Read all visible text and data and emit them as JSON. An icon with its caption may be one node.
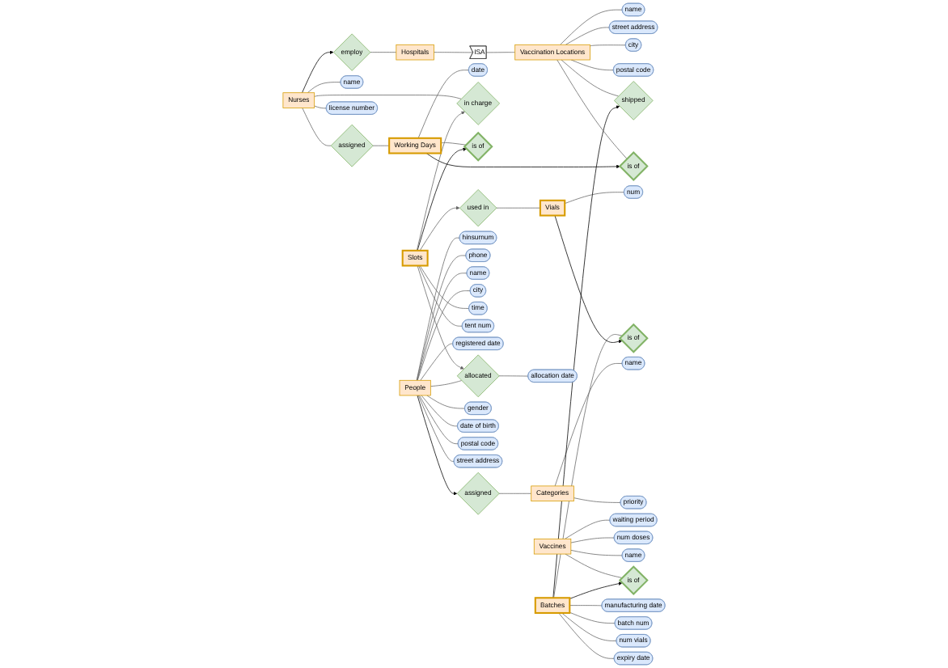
{
  "diagram": {
    "nodes": [
      {
        "text": [
          "name"
        ]
      },
      {
        "text": [
          "street address"
        ]
      },
      {
        "text": [
          "city"
        ]
      },
      {
        "text": [
          "postal code"
        ]
      },
      {
        "text": [
          "waiting period"
        ]
      },
      {
        "text": [
          "num doses"
        ]
      },
      {
        "text": [
          "name"
        ]
      },
      {
        "text": [
          "employ"
        ]
      },
      {
        "text": [
          "Hospitals"
        ]
      },
      {
        "text": [
          "ISA"
        ]
      },
      {
        "text": [
          "Vaccination Locations"
        ]
      },
      {
        "text": [
          "shipped"
        ]
      },
      {
        "text": [
          "Vaccines"
        ]
      },
      {
        "text": [
          "is of"
        ]
      },
      {
        "text": [
          "is of"
        ]
      },
      {
        "text": [
          "name"
        ]
      },
      {
        "text": [
          "Nurses"
        ]
      },
      {
        "text": [
          "assigned"
        ]
      },
      {
        "text": [
          "Working Days"
        ]
      },
      {
        "text": [
          "date"
        ]
      },
      {
        "text": [
          "manufacturing date"
        ]
      },
      {
        "text": [
          "Batches"
        ]
      },
      {
        "text": [
          "batch num"
        ]
      },
      {
        "text": [
          "license number"
        ]
      },
      {
        "text": [
          "num vials"
        ]
      },
      {
        "text": [
          "expiry date"
        ]
      },
      {
        "text": [
          "in charge"
        ]
      },
      {
        "text": [
          "is of"
        ]
      },
      {
        "text": [
          "is of"
        ]
      },
      {
        "text": [
          "allocation date"
        ]
      },
      {
        "text": [
          "allocated"
        ]
      },
      {
        "text": [
          "Slots"
        ]
      },
      {
        "text": [
          "used in"
        ]
      },
      {
        "text": [
          "Vials"
        ]
      },
      {
        "text": [
          "num"
        ]
      },
      {
        "text": [
          "hinsurnum"
        ]
      },
      {
        "text": [
          "phone"
        ]
      },
      {
        "text": [
          "name"
        ]
      },
      {
        "text": [
          "city"
        ]
      },
      {
        "text": [
          "time"
        ]
      },
      {
        "text": [
          "tent num"
        ]
      },
      {
        "text": [
          "registered date"
        ]
      },
      {
        "text": [
          "People"
        ]
      },
      {
        "text": [
          "assigned"
        ]
      },
      {
        "text": [
          "Categories"
        ]
      },
      {
        "text": [
          "name"
        ]
      },
      {
        "text": [
          "gender"
        ]
      },
      {
        "text": [
          "date of birth"
        ]
      },
      {
        "text": [
          "postal code"
        ]
      },
      {
        "text": [
          "street address"
        ]
      },
      {
        "text": [
          "priority"
        ]
      }
    ],
    "edges": [
      {
        "from": 10,
        "to": 0,
        "arrow": "none"
      },
      {
        "from": 10,
        "to": 1,
        "arrow": "none"
      },
      {
        "from": 10,
        "to": 2,
        "arrow": "none"
      },
      {
        "from": 10,
        "to": 3,
        "arrow": "none"
      },
      {
        "from": 12,
        "to": 4,
        "arrow": "none"
      },
      {
        "from": 12,
        "to": 5,
        "arrow": "none"
      },
      {
        "from": 12,
        "to": 6,
        "arrow": "none"
      },
      {
        "from": 16,
        "to": 15,
        "arrow": "none"
      },
      {
        "from": 16,
        "to": 23,
        "arrow": "none"
      },
      {
        "from": 18,
        "to": 19,
        "arrow": "none"
      },
      {
        "from": 21,
        "to": 20,
        "arrow": "none"
      },
      {
        "from": 21,
        "to": 22,
        "arrow": "none"
      },
      {
        "from": 21,
        "to": 24,
        "arrow": "none"
      },
      {
        "from": 21,
        "to": 25,
        "arrow": "none"
      },
      {
        "from": 30,
        "to": 29,
        "arrow": "none"
      },
      {
        "from": 31,
        "to": 39,
        "arrow": "none"
      },
      {
        "from": 31,
        "to": 40,
        "arrow": "none"
      },
      {
        "from": 33,
        "to": 34,
        "arrow": "none"
      },
      {
        "from": 42,
        "to": 35,
        "arrow": "none"
      },
      {
        "from": 42,
        "to": 36,
        "arrow": "none"
      },
      {
        "from": 42,
        "to": 37,
        "arrow": "none"
      },
      {
        "from": 42,
        "to": 38,
        "arrow": "none"
      },
      {
        "from": 42,
        "to": 41,
        "arrow": "none"
      },
      {
        "from": 42,
        "to": 46,
        "arrow": "none"
      },
      {
        "from": 42,
        "to": 47,
        "arrow": "none"
      },
      {
        "from": 42,
        "to": 48,
        "arrow": "none"
      },
      {
        "from": 42,
        "to": 49,
        "arrow": "none"
      },
      {
        "from": 44,
        "to": 45,
        "arrow": "none"
      },
      {
        "from": 44,
        "to": 50,
        "arrow": "none"
      },
      {
        "from": 16,
        "to": 7,
        "arrow": "to",
        "color": "#000000"
      },
      {
        "from": 7,
        "to": 8,
        "arrow": "none"
      },
      {
        "from": 8,
        "to": 9,
        "arrow": "none"
      },
      {
        "from": 9,
        "to": 10,
        "arrow": "none"
      },
      {
        "from": 10,
        "to": 11,
        "arrow": "none"
      },
      {
        "from": 21,
        "to": 11,
        "arrow": "to",
        "color": "#000000"
      },
      {
        "from": 12,
        "to": 14,
        "arrow": "none"
      },
      {
        "from": 21,
        "to": 14,
        "arrow": "to",
        "color": "#000000"
      },
      {
        "from": 10,
        "to": 13,
        "arrow": "none"
      },
      {
        "from": 18,
        "to": 13,
        "arrow": "to",
        "color": "#000000"
      },
      {
        "from": 16,
        "to": 17,
        "arrow": "none"
      },
      {
        "from": 17,
        "to": 18,
        "arrow": "none"
      },
      {
        "from": 18,
        "to": 27,
        "arrow": "none"
      },
      {
        "from": 31,
        "to": 27,
        "arrow": "to",
        "color": "#000000"
      },
      {
        "from": 16,
        "to": 26,
        "arrow": "none"
      },
      {
        "from": 31,
        "to": 26,
        "arrow": "to"
      },
      {
        "from": 31,
        "to": 30,
        "arrow": "to"
      },
      {
        "from": 42,
        "to": 30,
        "arrow": "none"
      },
      {
        "from": 31,
        "to": 32,
        "arrow": "to"
      },
      {
        "from": 32,
        "to": 33,
        "arrow": "none"
      },
      {
        "from": 21,
        "to": 28,
        "arrow": "none"
      },
      {
        "from": 33,
        "to": 28,
        "arrow": "to",
        "color": "#000000"
      },
      {
        "from": 42,
        "to": 43,
        "arrow": "to",
        "color": "#000000"
      },
      {
        "from": 43,
        "to": 44,
        "arrow": "none"
      }
    ]
  }
}
